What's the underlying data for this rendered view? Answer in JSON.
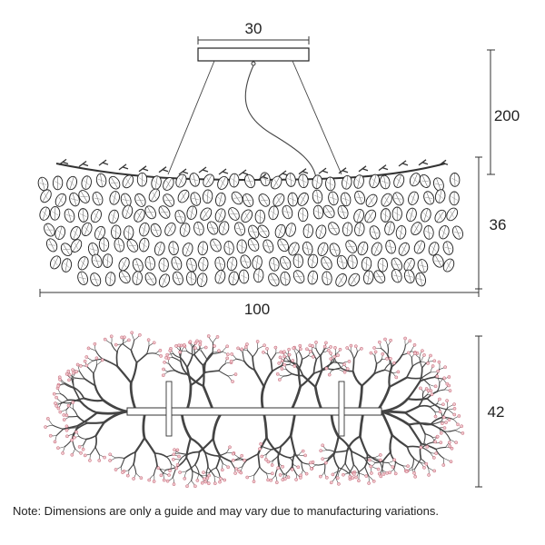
{
  "dimensions": {
    "canopy_width": "30",
    "drop_height": "200",
    "body_height": "36",
    "overall_width": "100",
    "plan_depth": "42"
  },
  "note": "Note: Dimensions are only a guide and may vary due to manufacturing variations."
}
